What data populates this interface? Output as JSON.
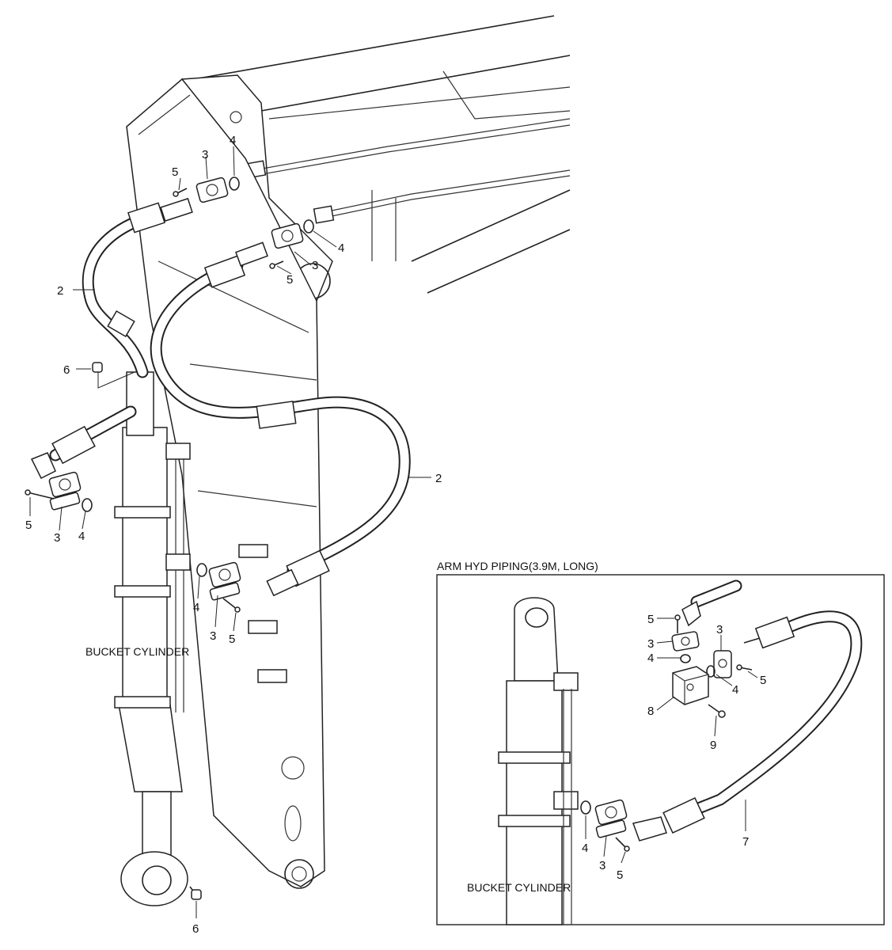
{
  "main_labels": {
    "bucket_cylinder": "BUCKET CYLINDER",
    "callouts": [
      {
        "id": "c-5-top",
        "text": "5"
      },
      {
        "id": "c-3-top",
        "text": "3"
      },
      {
        "id": "c-4-top",
        "text": "4"
      },
      {
        "id": "c-4-mid",
        "text": "4"
      },
      {
        "id": "c-3-mid",
        "text": "3"
      },
      {
        "id": "c-5-mid",
        "text": "5"
      },
      {
        "id": "c-2-left",
        "text": "2"
      },
      {
        "id": "c-6-left",
        "text": "6"
      },
      {
        "id": "c-5-left",
        "text": "5"
      },
      {
        "id": "c-3-left",
        "text": "3"
      },
      {
        "id": "c-4-left",
        "text": "4"
      },
      {
        "id": "c-2-right",
        "text": "2"
      },
      {
        "id": "c-4-low",
        "text": "4"
      },
      {
        "id": "c-3-low",
        "text": "3"
      },
      {
        "id": "c-5-low",
        "text": "5"
      },
      {
        "id": "c-6-bottom",
        "text": "6"
      }
    ]
  },
  "inset": {
    "title": "ARM HYD PIPING(3.9M, LONG)",
    "bucket_cylinder": "BUCKET CYLINDER",
    "callouts": [
      {
        "id": "i-5-a",
        "text": "5"
      },
      {
        "id": "i-3-a",
        "text": "3"
      },
      {
        "id": "i-4-a",
        "text": "4"
      },
      {
        "id": "i-3-b",
        "text": "3"
      },
      {
        "id": "i-4-b",
        "text": "4"
      },
      {
        "id": "i-5-b",
        "text": "5"
      },
      {
        "id": "i-8",
        "text": "8"
      },
      {
        "id": "i-9",
        "text": "9"
      },
      {
        "id": "i-7",
        "text": "7"
      },
      {
        "id": "i-4-c",
        "text": "4"
      },
      {
        "id": "i-3-c",
        "text": "3"
      },
      {
        "id": "i-5-c",
        "text": "5"
      }
    ]
  }
}
